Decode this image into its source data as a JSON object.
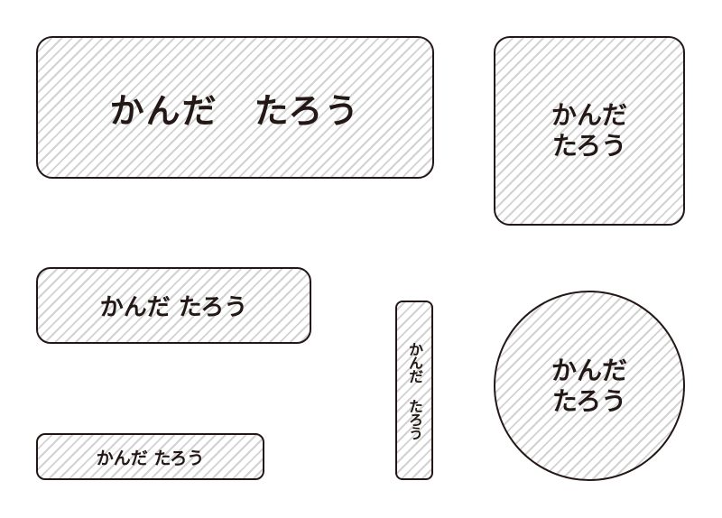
{
  "labels": [
    {
      "id": "large-rectangle",
      "text": "かんだ　たろう"
    },
    {
      "id": "square",
      "text": "かんだ\nたろう"
    },
    {
      "id": "medium-rectangle",
      "text": "かんだ たろう"
    },
    {
      "id": "vertical-strip",
      "text": "かんだ たろう"
    },
    {
      "id": "circle",
      "text": "かんだ\nたろう"
    },
    {
      "id": "small-rectangle",
      "text": "かんだ たろう"
    }
  ],
  "colors": {
    "border": "#231815",
    "text": "#231815",
    "stripe": "#d2d2d2",
    "background": "#ffffff"
  }
}
